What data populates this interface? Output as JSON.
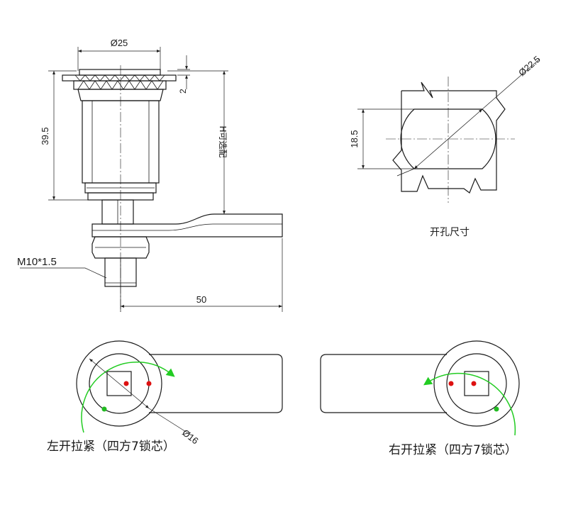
{
  "labels": {
    "dia_top": "Ø25",
    "dia_hole": "Ø22.5",
    "dim_height": "39.5",
    "dim_gap": "2",
    "dim_h": "H可选配",
    "dim_width_hole": "18.5",
    "thread": "M10*1.5",
    "dim_arm": "50",
    "dia_inner": "Ø16",
    "cutout_title": "开孔尺寸",
    "left_caption": "左开拉紧（四方7锁芯）",
    "right_caption": "右开拉紧（四方7锁芯）"
  },
  "colors": {
    "line": "#1a1a1a",
    "arrow_green": "#22cc22",
    "dot_red": "#dd1111",
    "dot_green": "#22bb22"
  }
}
